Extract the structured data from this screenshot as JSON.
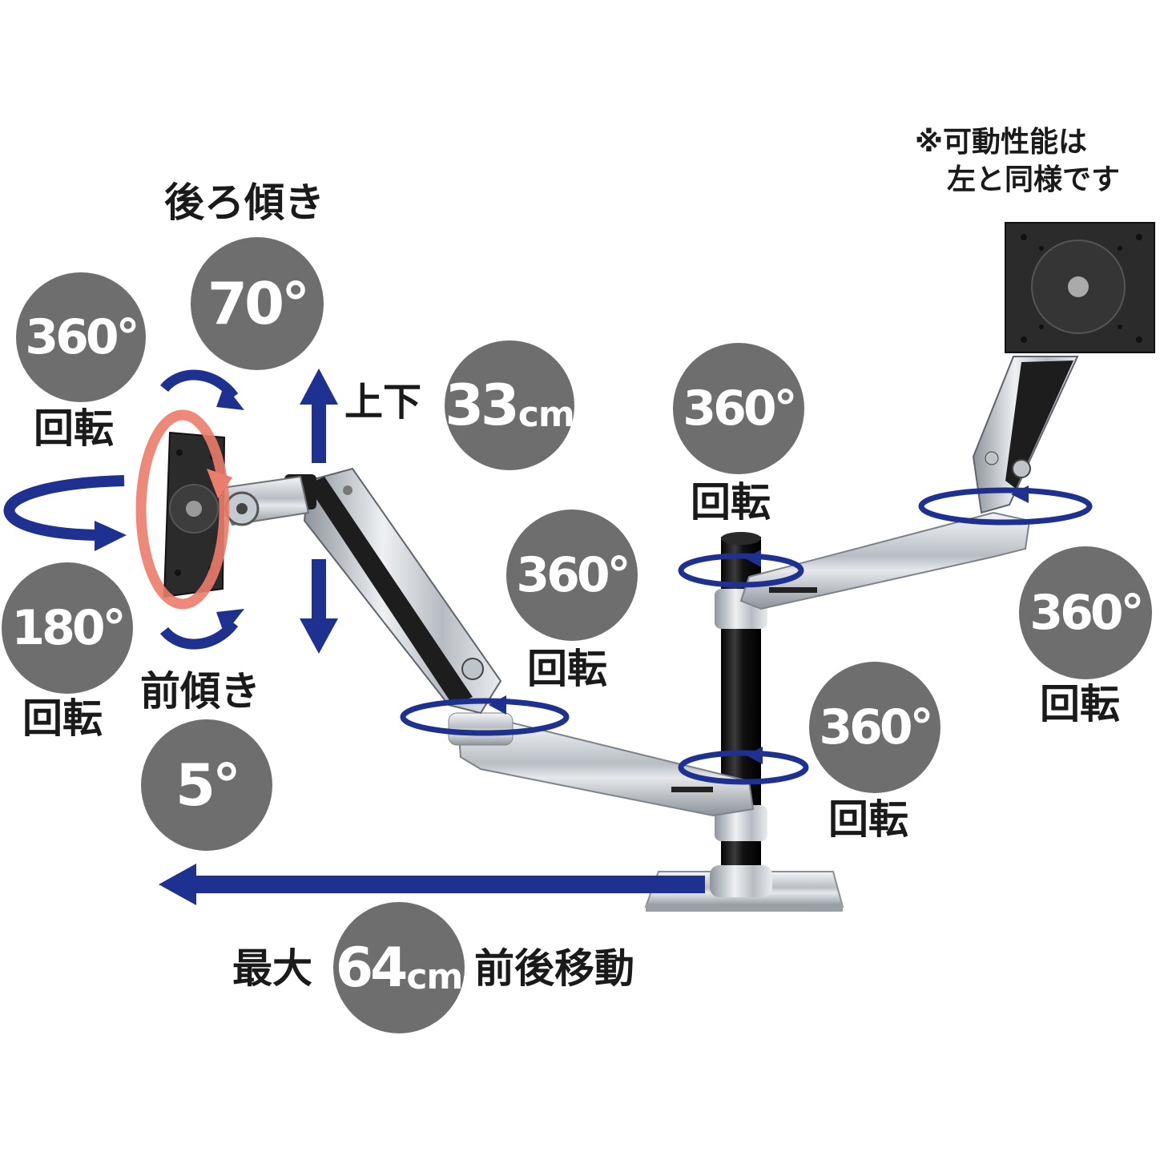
{
  "note": {
    "line1": "※可動性能は",
    "line2": "左と同様です"
  },
  "labels": {
    "tilt_back": "後ろ傾き",
    "tilt_forward": "前傾き",
    "up_down": "上下",
    "rotate_monitor_cw": "回転",
    "rotate_monitor_180": "回転",
    "rotate_elbow": "回転",
    "rotate_pole_top": "回転",
    "rotate_pole_base": "回転",
    "rotate_right_monitor": "回転",
    "max_prefix": "最大",
    "move_suffix": "前後移動"
  },
  "badges": {
    "rotation_360_monitor": "360°",
    "tilt_back_70": "70°",
    "height_33": "33",
    "height_unit": "cm",
    "rotation_180": "180°",
    "tilt_forward_5": "5°",
    "elbow_360": "360°",
    "pole_top_360": "360°",
    "pole_base_360": "360°",
    "right_360": "360°",
    "reach_64": "64",
    "reach_unit": "cm"
  },
  "colors": {
    "badge": "#6f6e6e",
    "arrow": "#1e3191",
    "tilt_ring": "#ec7c6c",
    "metal": "#c9ccd0",
    "plate": "#2b2b2b"
  }
}
